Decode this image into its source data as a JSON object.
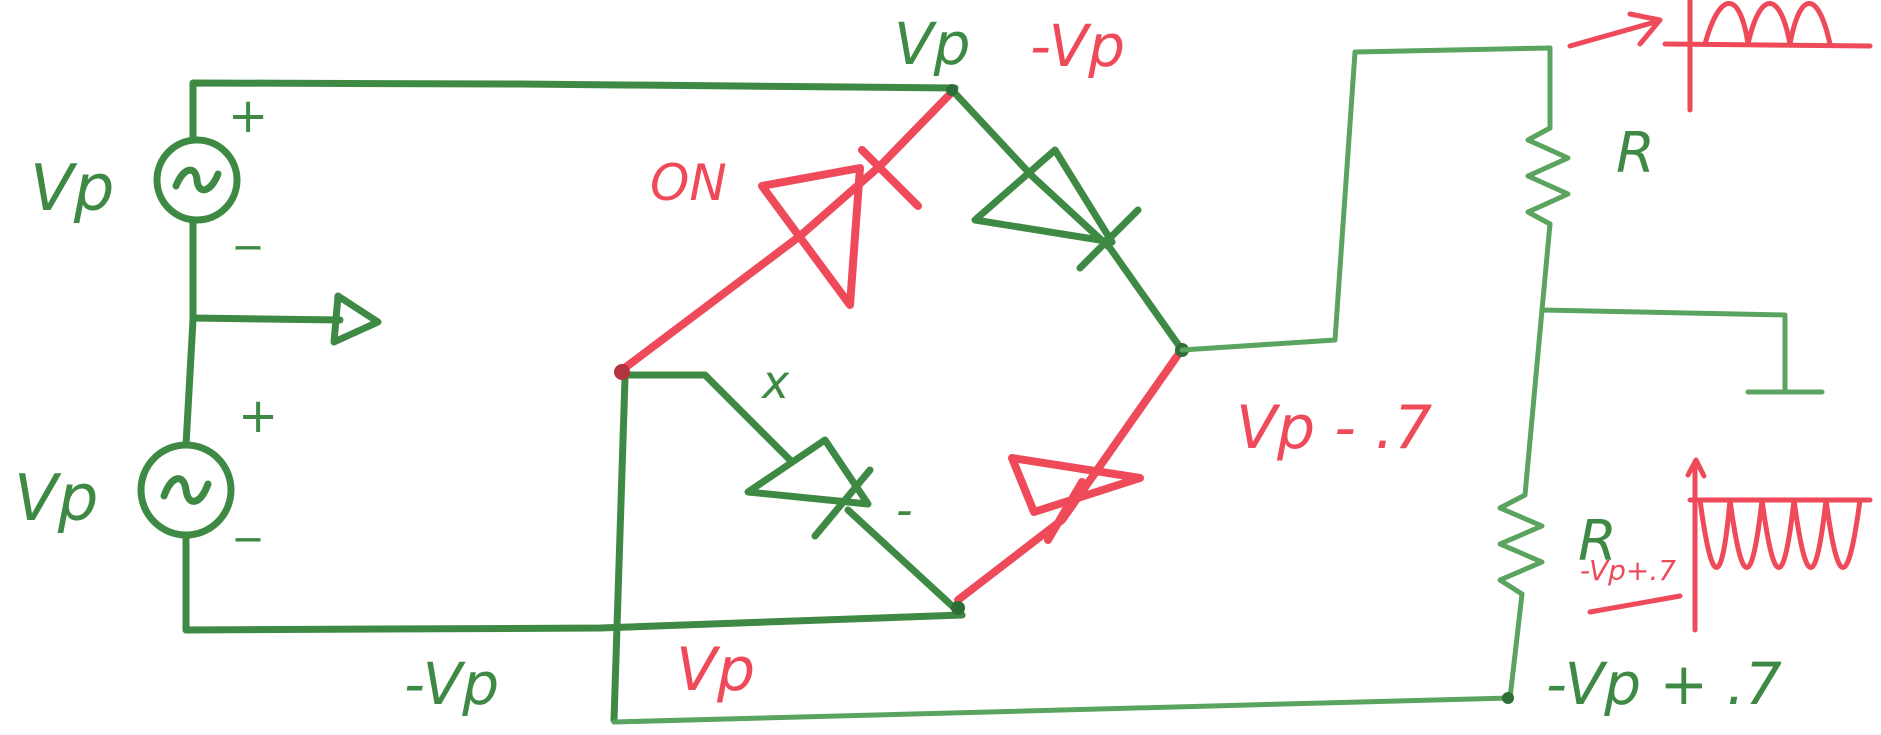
{
  "colors": {
    "wire_green": "#3e8a45",
    "annotation_red": "#ee4a5a",
    "background": "#ffffff"
  },
  "labels": {
    "source_top": "Vp",
    "source_bottom": "Vp",
    "top_plus": "+",
    "top_minus": "_",
    "bottom_plus": "+",
    "bottom_minus": "_",
    "node_top": "Vp",
    "node_top_red": "-Vp",
    "diode_mark": "ON",
    "node_right": "Vp - .7",
    "node_bottom_left": "-Vp",
    "node_bottom_red": "Vp",
    "resistor_top": "R",
    "resistor_bottom": "R",
    "output_bottom": "-Vp + .7",
    "waveform_bottom_label": "-Vp+.7",
    "off_mark_1": "x",
    "off_mark_2": "-"
  }
}
